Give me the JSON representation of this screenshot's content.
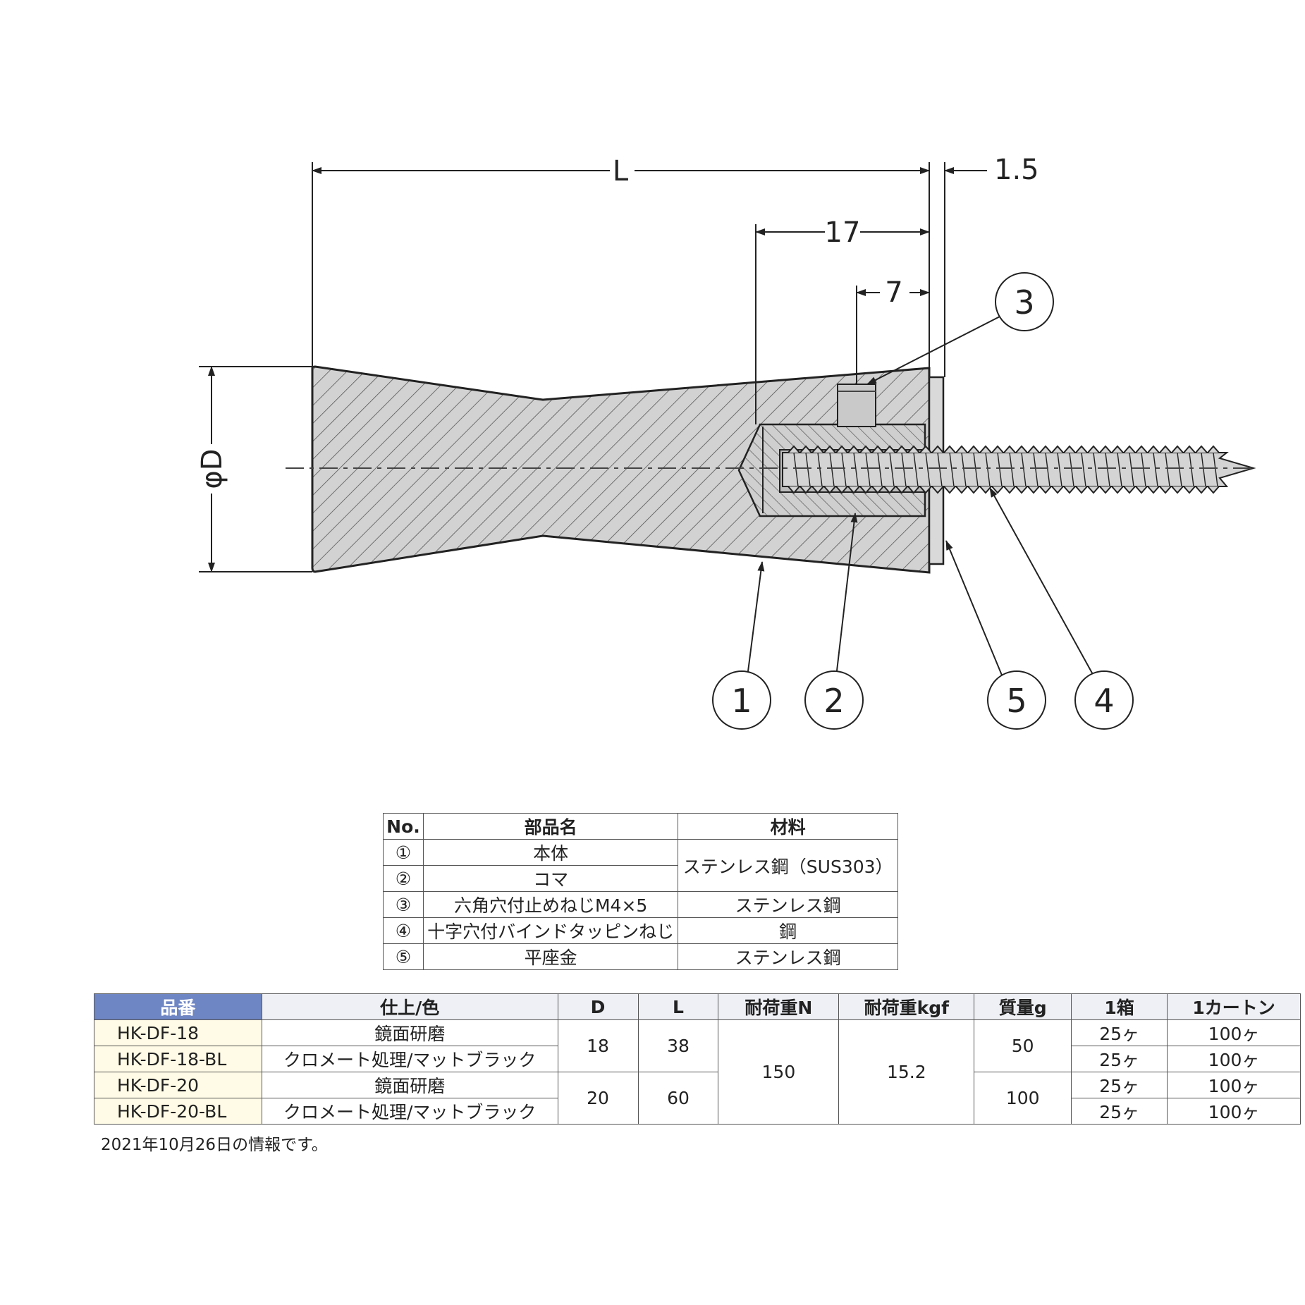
{
  "diagram": {
    "dimensions": {
      "L": "L",
      "d17": "17",
      "d7": "7",
      "d1_5": "1.5",
      "phiD": "φD"
    },
    "balloons": [
      "1",
      "2",
      "3",
      "4",
      "5"
    ]
  },
  "parts_table": {
    "headers": [
      "No.",
      "部品名",
      "材料"
    ],
    "rows": [
      {
        "no": "①",
        "name": "本体",
        "material": "ステンレス鋼（SUS303）"
      },
      {
        "no": "②",
        "name": "コマ"
      },
      {
        "no": "③",
        "name": "六角穴付止めねじM4×5",
        "material": "ステンレス鋼"
      },
      {
        "no": "④",
        "name": "十字穴付バインドタッピンねじ",
        "material": "鋼"
      },
      {
        "no": "⑤",
        "name": "平座金",
        "material": "ステンレス鋼"
      }
    ]
  },
  "spec_table": {
    "headers": [
      "品番",
      "仕上/色",
      "D",
      "L",
      "耐荷重N",
      "耐荷重kgf",
      "質量g",
      "1箱",
      "1カートン"
    ],
    "rows": [
      {
        "pn": "HK-DF-18",
        "finish": "鏡面研磨",
        "box": "25ヶ",
        "carton": "100ヶ"
      },
      {
        "pn": "HK-DF-18-BL",
        "finish": "クロメート処理/マットブラック",
        "box": "25ヶ",
        "carton": "100ヶ"
      },
      {
        "pn": "HK-DF-20",
        "finish": "鏡面研磨",
        "box": "25ヶ",
        "carton": "100ヶ"
      },
      {
        "pn": "HK-DF-20-BL",
        "finish": "クロメート処理/マットブラック",
        "box": "25ヶ",
        "carton": "100ヶ"
      }
    ],
    "groups": {
      "d18": "18",
      "l38": "38",
      "d20": "20",
      "l60": "60",
      "load_n": "150",
      "load_kgf": "15.2",
      "mass_18": "50",
      "mass_20": "100"
    }
  },
  "note": "2021年10月26日の情報です。"
}
